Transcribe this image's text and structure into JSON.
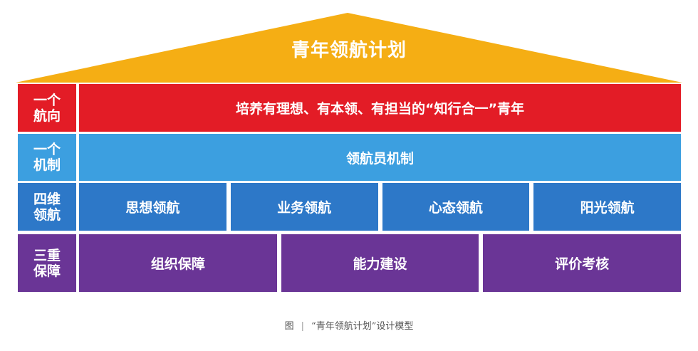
{
  "roof": {
    "title": "青年领航计划",
    "color": "#f5ae14"
  },
  "rows": [
    {
      "label_line1": "一个",
      "label_line2": "航向",
      "color": "#e31c26",
      "cells": [
        "培养有理想、有本领、有担当的“知行合一”青年"
      ]
    },
    {
      "label_line1": "一个",
      "label_line2": "机制",
      "color": "#3c9fe0",
      "cells": [
        "领航员机制"
      ]
    },
    {
      "label_line1": "四维",
      "label_line2": "领航",
      "color": "#2d78c8",
      "cells": [
        "思想领航",
        "业务领航",
        "心态领航",
        "阳光领航"
      ]
    },
    {
      "label_line1": "三重",
      "label_line2": "保障",
      "color": "#6a3596",
      "cells": [
        "组织保障",
        "能力建设",
        "评价考核"
      ]
    }
  ],
  "caption": {
    "prefix": "图",
    "separator": "|",
    "text": "“青年领航计划”设计模型"
  }
}
